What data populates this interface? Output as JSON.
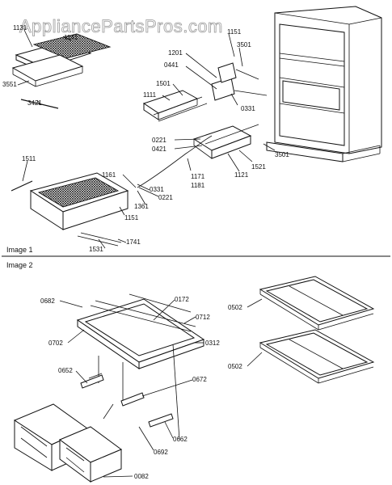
{
  "watermark": "AppliancePartsPros.com",
  "sections": [
    {
      "label": "Image 1"
    },
    {
      "label": "Image 2"
    }
  ],
  "part_numbers": [
    "1131",
    "1141",
    "3551",
    "3421",
    "1151",
    "3501",
    "1201",
    "0441",
    "1501",
    "1111",
    "0331",
    "0221",
    "0421",
    "1521",
    "1121",
    "1171",
    "1181",
    "1161",
    "1361",
    "1511",
    "1741",
    "1531",
    "0682",
    "0172",
    "0712",
    "0702",
    "0312",
    "0652",
    "0672",
    "0662",
    "0692",
    "0502",
    "0082"
  ]
}
